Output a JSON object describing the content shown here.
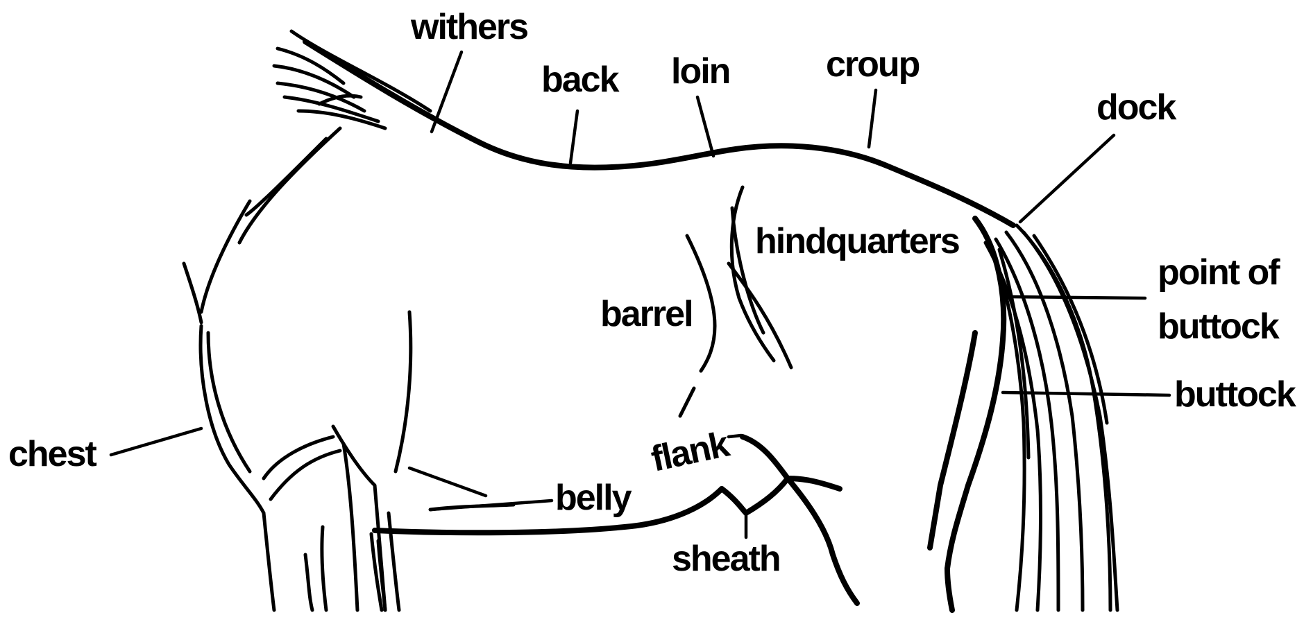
{
  "diagram": {
    "labels": {
      "withers": "withers",
      "back": "back",
      "loin": "loin",
      "croup": "croup",
      "dock": "dock",
      "hindquarters": "hindquarters",
      "point_of_buttock_line1": "point of",
      "point_of_buttock_line2": "buttock",
      "buttock": "buttock",
      "barrel": "barrel",
      "chest": "chest",
      "flank": "flank",
      "belly": "belly",
      "sheath": "sheath"
    }
  }
}
